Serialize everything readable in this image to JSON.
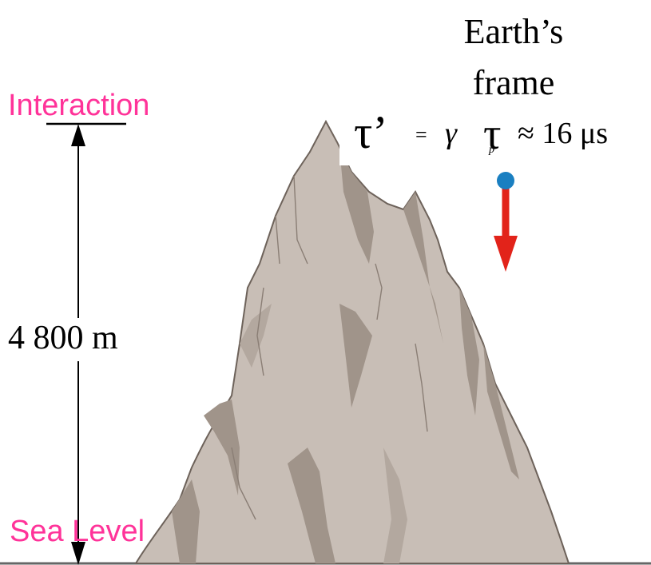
{
  "labels": {
    "frame_line1": "Earth’s",
    "frame_line2": "frame",
    "top_marker": "Interaction",
    "bottom_marker": "Sea Level",
    "height": "4 800 m"
  },
  "equation": {
    "tau_prime": "τ’",
    "equals": "=",
    "gamma": "γ",
    "tau": "τ",
    "subscript": "p",
    "tail": "≈ 16 μs"
  },
  "colors": {
    "label_pink": "#ff3399",
    "arrow_red": "#e2231a",
    "particle_blue": "#1a7fc1",
    "mountain_fill": "#c8beb6",
    "mountain_shade": "#a0948a",
    "mountain_edge": "#6d625a",
    "ground_line": "#666666"
  },
  "icons": {
    "particle": "particle-dot-icon",
    "velocity": "down-arrow-icon"
  }
}
